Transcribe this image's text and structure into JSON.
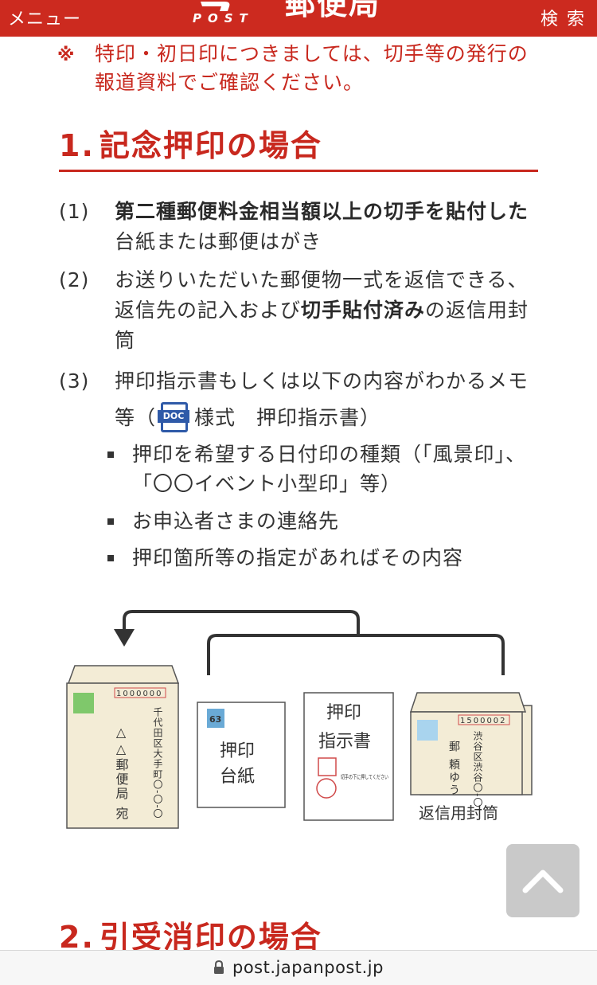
{
  "header": {
    "menu_label": "メニュー",
    "search_label": "検 索",
    "logo_post": "POST",
    "logo_title": "郵便局",
    "brand_color": "#cc2a1f"
  },
  "notice": {
    "mark": "※",
    "text": "特印・初日印につきましては、切手等の発行の報道資料でご確認ください。"
  },
  "section1": {
    "number": "1.",
    "title": "記念押印の場合"
  },
  "items": [
    {
      "num": "(1)",
      "bold": "第二種郵便料金相当額以上の切手を貼付した",
      "rest": "台紙または郵便はがき"
    },
    {
      "num": "(2)",
      "pre": "お送りいただいた郵便物一式を返信できる、返信先の記入および",
      "bold": "切手貼付済み",
      "post": "の返信用封筒"
    },
    {
      "num": "(3)",
      "line1": "押印指示書もしくは以下の内容がわかるメモ等（",
      "doc_icon_label": "DOC",
      "doc_link": "様式　押印指示書",
      "close": "）"
    }
  ],
  "bullets": [
    "押印を希望する日付印の種類（「風景印」、「〇〇イベント小型印」等）",
    "お申込者さまの連絡先",
    "押印箇所等の指定があればその内容"
  ],
  "illustration": {
    "postcode": "1000000",
    "left_envelope_address": "千代田区大手町〇-〇-〇",
    "left_envelope_addressee": "△△郵便局 宛",
    "stamp_denomination": "63",
    "card_label_line1": "押印",
    "card_label_line2": "台紙",
    "instruction_title_line1": "押印",
    "instruction_title_line2": "指示書",
    "instruction_note": "切手の下に押してください",
    "return_postcode": "1500002",
    "return_address": "渋谷区渋谷〇-〇",
    "return_name": "郵 頼ゆう",
    "return_label": "返信用封筒"
  },
  "section2": {
    "number": "2.",
    "title": "引受消印の場合"
  },
  "browser": {
    "url": "post.japanpost.jp"
  }
}
